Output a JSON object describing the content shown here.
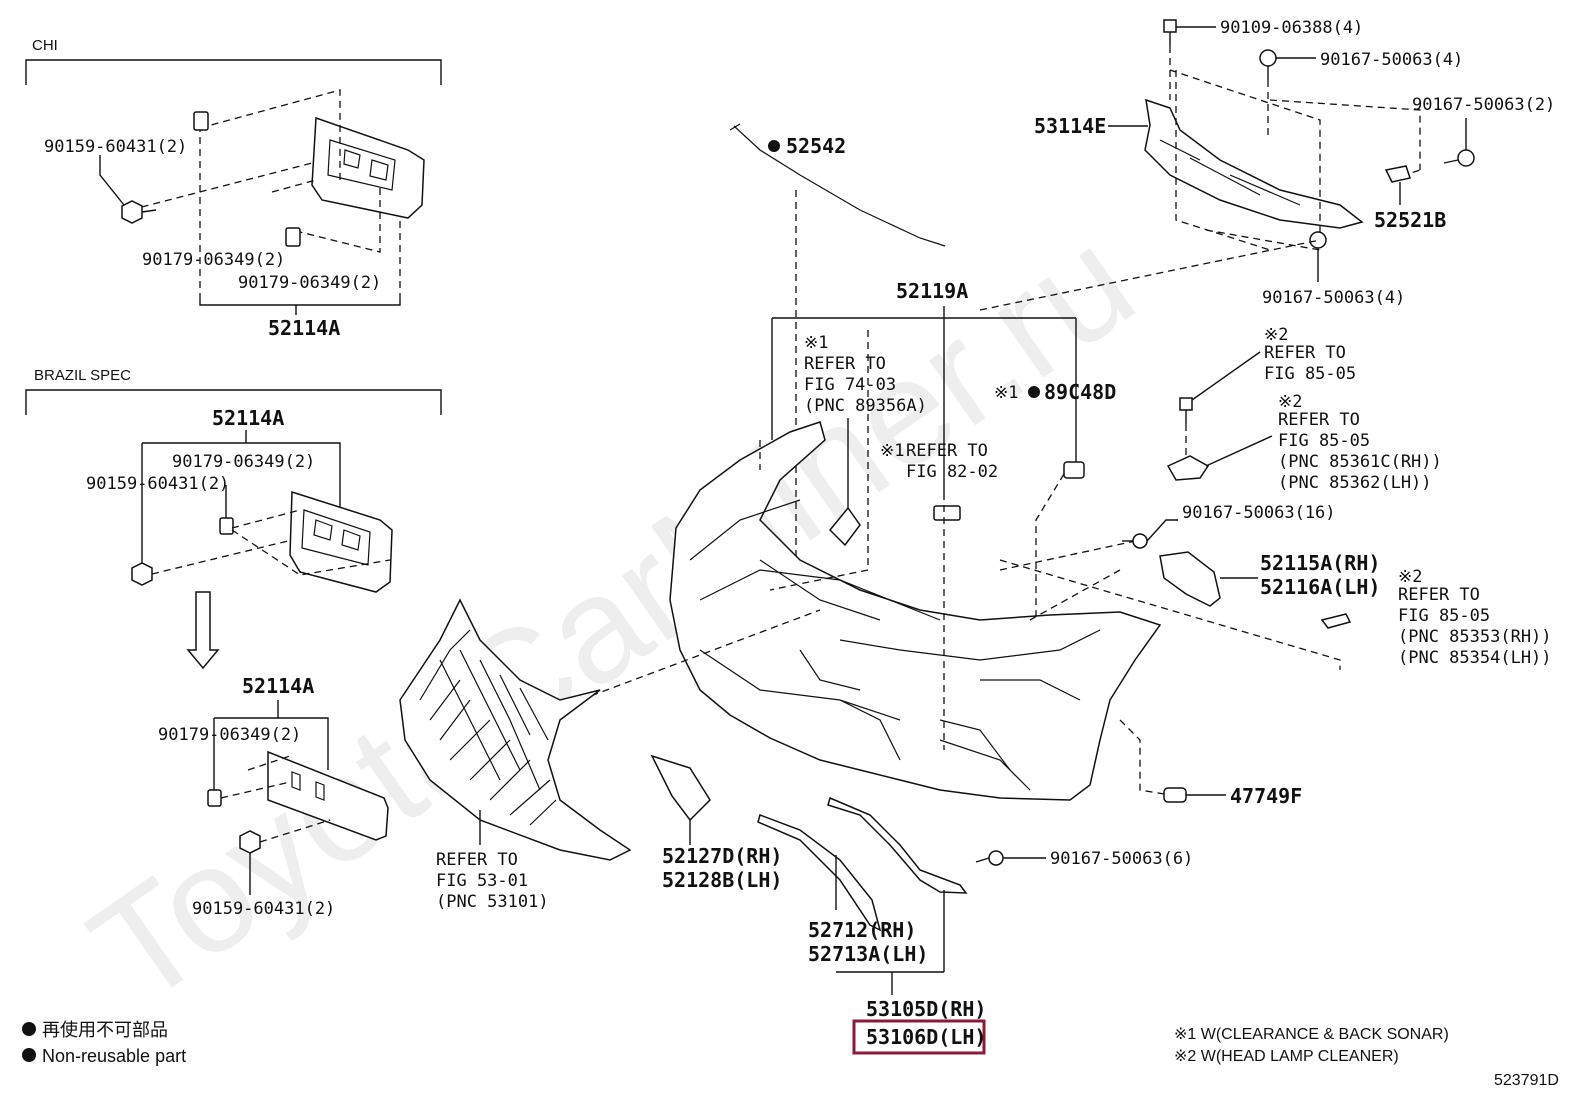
{
  "sections": {
    "chi": "CHI",
    "brazil": "BRAZIL SPEC"
  },
  "labels": {
    "p_90109_06388": "90109-06388(4)",
    "p_90167_50063_a": "90167-50063(4)",
    "p_90167_50063_b": "90167-50063(2)",
    "p_90167_50063_c": "90167-50063(4)",
    "p_53114E": "53114E",
    "p_52521B": "52521B",
    "p_52542": "52542",
    "p_52119A": "52119A",
    "p_90159_chi": "90159-60431(2)",
    "p_90179_chi_a": "90179-06349(2)",
    "p_90179_chi_b": "90179-06349(2)",
    "p_52114A_chi": "52114A",
    "p_52114A_br": "52114A",
    "p_90179_br": "90179-06349(2)",
    "p_90159_br": "90159-60431(2)",
    "p_52114A_br2": "52114A",
    "p_90179_br2": "90179-06349(2)",
    "p_90159_br2": "90159-60431(2)",
    "p_89C48D": "89C48D",
    "p_90167_50063_16": "90167-50063(16)",
    "p_52115A": "52115A(RH)",
    "p_52116A": "52116A(LH)",
    "p_47749F": "47749F",
    "p_90167_50063_6": "90167-50063(6)",
    "p_52127D": "52127D(RH)",
    "p_52128B": "52128B(LH)",
    "p_52712": "52712(RH)",
    "p_52713A": "52713A(LH)",
    "p_53105D": "53105D(RH)",
    "p_53106D": "53106D(LH)"
  },
  "refs": {
    "r1_mark": "※1",
    "r1_a": "REFER TO",
    "r1_b": "FIG 74-03",
    "r1_c": "(PNC 89356A)",
    "r2_mark": "※1",
    "r2_a": "REFER TO",
    "r2_b": "FIG 82-02",
    "r3_mark": "※1",
    "r4_mark": "※2",
    "r4_a": "REFER TO",
    "r4_b": "FIG 85-05",
    "r5_mark": "※2",
    "r5_a": "REFER TO",
    "r5_b": "FIG 85-05",
    "r5_c": "(PNC 85361C(RH))",
    "r5_d": "(PNC 85362(LH))",
    "r6_mark": "※2",
    "r6_a": "REFER TO",
    "r6_b": "FIG 85-05",
    "r6_c": "(PNC 85353(RH))",
    "r6_d": "(PNC 85354(LH))",
    "r7_a": "REFER TO",
    "r7_b": "FIG 53-01",
    "r7_c": "(PNC 53101)"
  },
  "legend": {
    "jp": "再使用不可部品",
    "en": "Non-reusable part",
    "note1": "※1 W(CLEARANCE & BACK SONAR)",
    "note2": "※2 W(HEAD LAMP CLEANER)",
    "fig_id": "523791D"
  },
  "watermark": "ToyotaCarMiner.ru",
  "colors": {
    "highlight": "#8b1a3a",
    "ink": "#111111"
  }
}
